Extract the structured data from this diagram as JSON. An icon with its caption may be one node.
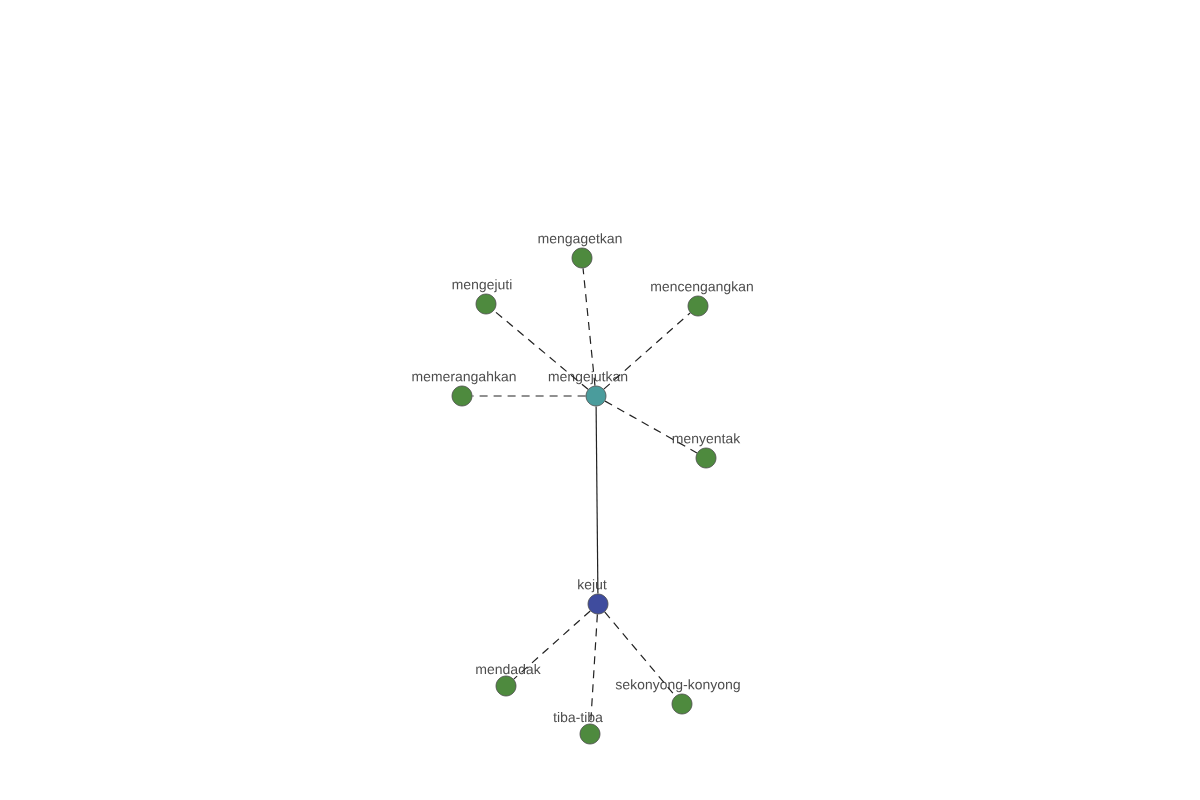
{
  "diagram": {
    "nodes": [
      {
        "text": [
          "mengagetkan"
        ]
      },
      {
        "text": [
          "mengejuti"
        ]
      },
      {
        "text": [
          "mencengangkan"
        ]
      },
      {
        "text": [
          "memerangahkan"
        ]
      },
      {
        "text": [
          "mengejutkan"
        ]
      },
      {
        "text": [
          "menyentak"
        ]
      },
      {
        "text": [
          "kejut"
        ]
      },
      {
        "text": [
          "mendadak"
        ]
      },
      {
        "text": [
          "sekonyong-konyong"
        ]
      },
      {
        "text": [
          "tiba-tiba"
        ]
      }
    ],
    "edges": [
      {
        "from": 4,
        "to": 0,
        "arrow": "none",
        "style": "dashed"
      },
      {
        "from": 4,
        "to": 1,
        "arrow": "none",
        "style": "dashed"
      },
      {
        "from": 4,
        "to": 2,
        "arrow": "none",
        "style": "dashed"
      },
      {
        "from": 4,
        "to": 3,
        "arrow": "none",
        "style": "dashed"
      },
      {
        "from": 4,
        "to": 5,
        "arrow": "none",
        "style": "dashed"
      },
      {
        "from": 4,
        "to": 6,
        "arrow": "none"
      },
      {
        "from": 6,
        "to": 7,
        "arrow": "none",
        "style": "dashed"
      },
      {
        "from": 6,
        "to": 8,
        "arrow": "none",
        "style": "dashed"
      },
      {
        "from": 6,
        "to": 9,
        "arrow": "none",
        "style": "dashed"
      }
    ]
  }
}
